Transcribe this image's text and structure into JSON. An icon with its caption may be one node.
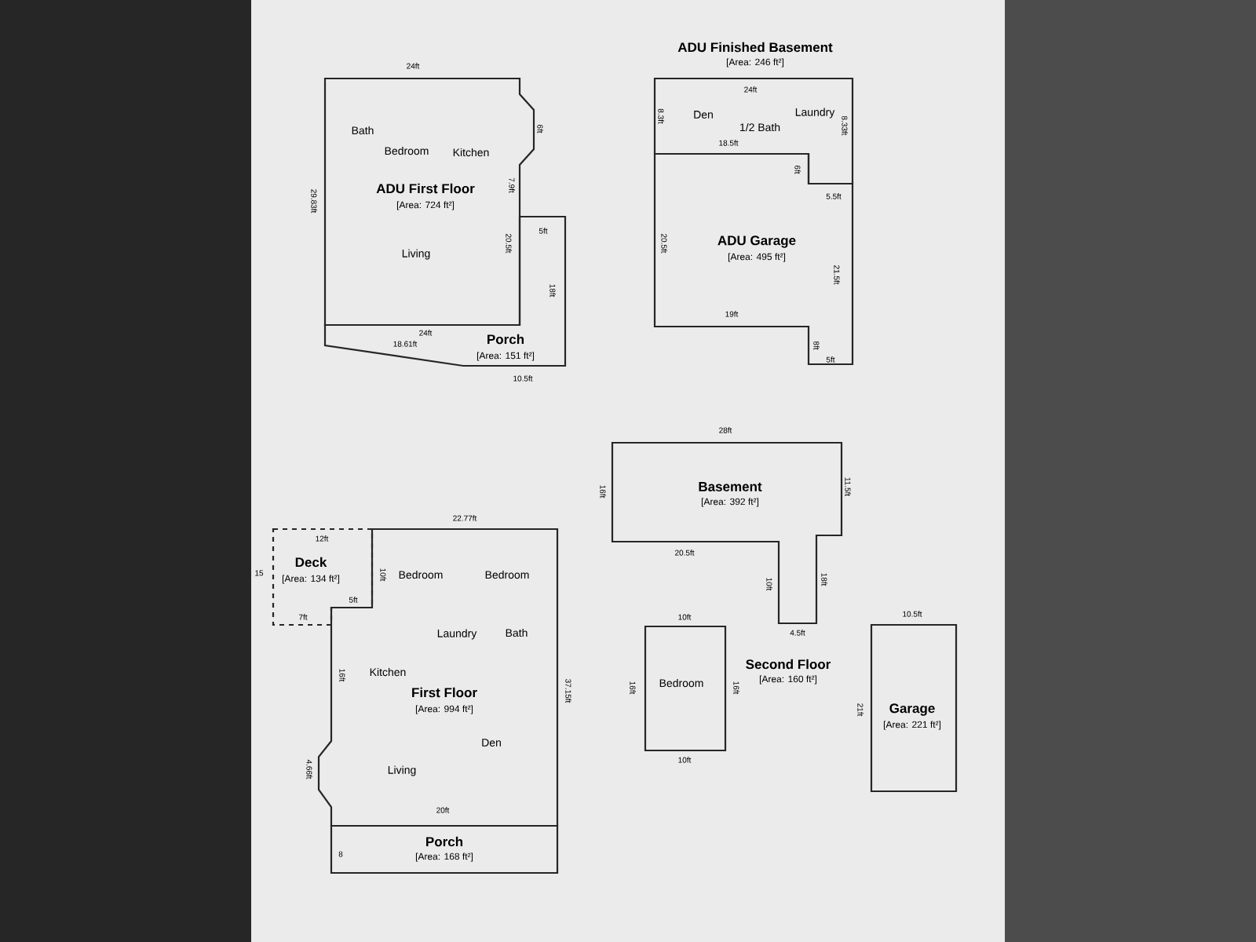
{
  "diagram": {
    "nodes": [
      {
        "text": [
          "Bath",
          "Bedroom",
          "Kitchen",
          "ADU First Floor",
          "[Area: 724 ft²]",
          "Living"
        ]
      },
      {
        "text": [
          "Porch",
          "[Area: 151 ft²]"
        ]
      },
      {
        "text": [
          "ADU Finished Basement",
          "[Area: 246 ft²]",
          "Den",
          "1/2 Bath",
          "Laundry"
        ]
      },
      {
        "text": [
          "ADU Garage",
          "[Area: 495 ft²]"
        ]
      },
      {
        "text": [
          "Deck",
          "[Area: 134 ft²]"
        ]
      },
      {
        "text": [
          "Bedroom",
          "Bedroom",
          "Laundry",
          "Bath",
          "Kitchen",
          "First Floor",
          "[Area: 994 ft²]",
          "Den",
          "Living"
        ]
      },
      {
        "text": [
          "Porch",
          "[Area: 168 ft²]"
        ]
      },
      {
        "text": [
          "Basement",
          "[Area: 392 ft²]"
        ]
      },
      {
        "text": [
          "Bedroom"
        ],
        "beside": [
          "Second Floor",
          "[Area: 160 ft²]"
        ]
      },
      {
        "text": [
          "Garage",
          "[Area: 221 ft²]"
        ]
      }
    ],
    "labels": [
      "24ft",
      "29.83ft",
      "6ft",
      "7.9ft",
      "20.5ft",
      "5ft",
      "18ft",
      "24ft",
      "18.61ft",
      "10.5ft",
      "24ft",
      "8.3ft",
      "8.33ft",
      "18.5ft",
      "6ft",
      "5.5ft",
      "20.5ft",
      "21.5ft",
      "19ft",
      "8ft",
      "5ft",
      "12ft",
      "15",
      "10ft",
      "5ft",
      "7ft",
      "22.77ft",
      "37.15ft",
      "16ft",
      "4.66ft",
      "20ft",
      "8",
      "28ft",
      "16ft",
      "11.5ft",
      "20.5ft",
      "10ft",
      "18ft",
      "4.5ft",
      "10ft",
      "16ft",
      "16ft",
      "10ft",
      "10.5ft",
      "21ft"
    ]
  }
}
